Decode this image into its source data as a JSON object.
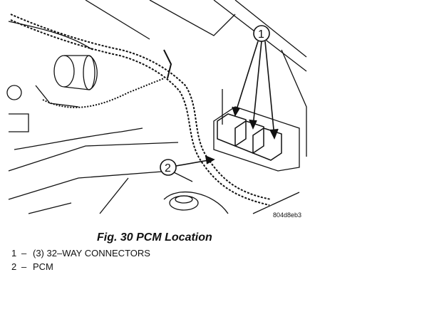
{
  "figure": {
    "callouts": [
      "1",
      "2"
    ],
    "image_code": "804d8eb3",
    "caption": "Fig. 30 PCM Location"
  },
  "legend": [
    {
      "number": "1",
      "separator": "–",
      "label": "(3) 32–WAY CONNECTORS"
    },
    {
      "number": "2",
      "separator": "–",
      "label": "PCM"
    }
  ]
}
